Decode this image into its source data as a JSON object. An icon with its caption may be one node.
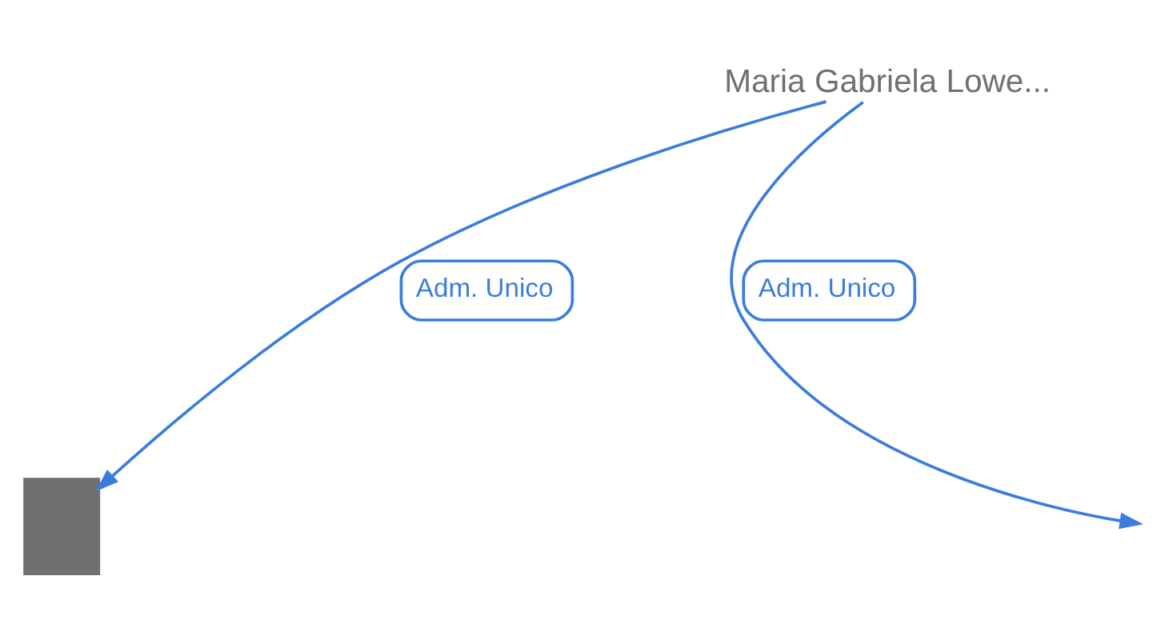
{
  "diagram": {
    "nodes": [
      {
        "text": [
          "Maria Gabriela Lowe..."
        ]
      },
      {
        "text": [],
        "shape": "building"
      }
    ],
    "edges": [
      {
        "from": 0,
        "to": null,
        "arrow": "to",
        "label": "Adm. Unico"
      },
      {
        "from": 0,
        "to": 1,
        "arrow": "to",
        "label": "Adm. Unico"
      }
    ]
  }
}
